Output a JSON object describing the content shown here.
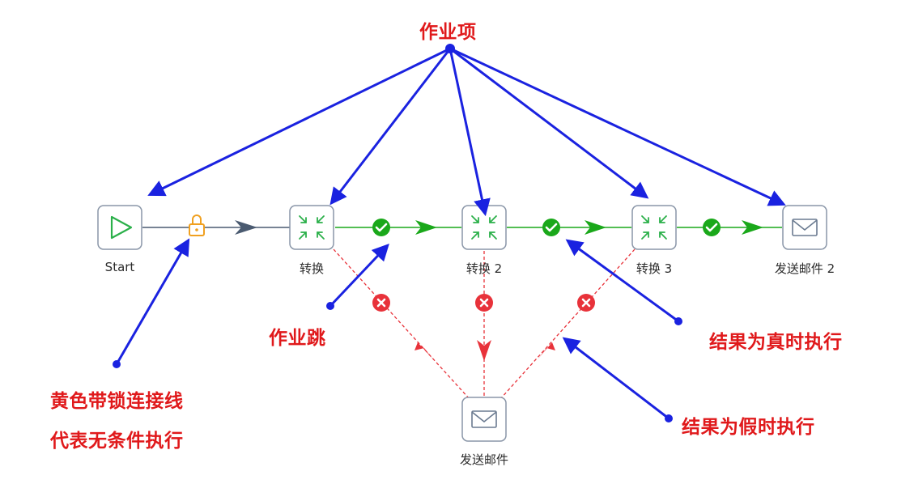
{
  "nodes": {
    "start": {
      "label": "Start",
      "icon": "play-triangle-icon"
    },
    "t1": {
      "label": "转换",
      "icon": "transform-arrows-icon"
    },
    "t2": {
      "label": "转换 2",
      "icon": "transform-arrows-icon"
    },
    "t3": {
      "label": "转换 3",
      "icon": "transform-arrows-icon"
    },
    "mail2": {
      "label": "发送邮件 2",
      "icon": "envelope-icon"
    },
    "mail": {
      "label": "发送邮件",
      "icon": "envelope-icon"
    }
  },
  "annotations": {
    "job_entry": "作业项",
    "job_hop": "作业跳",
    "true_exec": "结果为真时执行",
    "false_exec": "结果为假时执行",
    "lock_line_1": "黄色带锁连接线",
    "lock_line_2": "代表无条件执行"
  },
  "colors": {
    "annotation_text": "#e0191b",
    "annotation_arrow": "#1a22e0",
    "true_hop": "#1aa81a",
    "false_hop": "#e8323a",
    "unconditional_hop": "#4a5a70",
    "lock": "#f0a020",
    "node_border": "#8a96a8",
    "transform_icon": "#2bb04a",
    "start_icon": "#2bb04a"
  }
}
